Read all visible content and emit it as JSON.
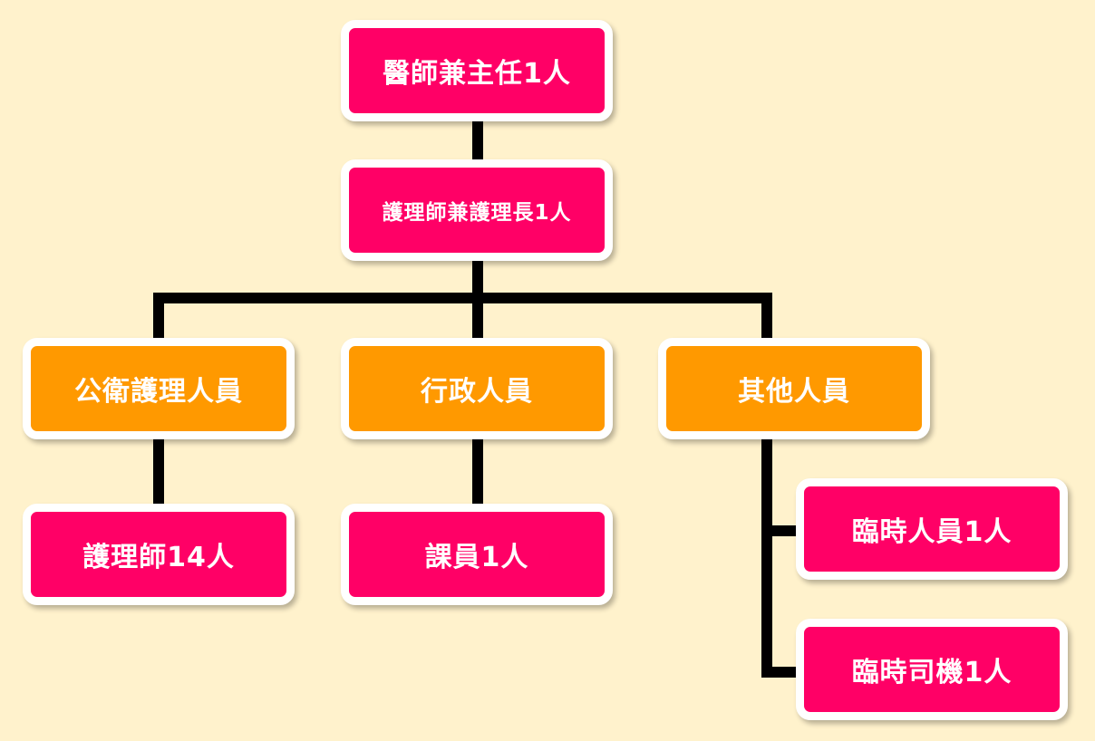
{
  "org_chart": {
    "director": {
      "label": "醫師兼主任1人"
    },
    "head_nurse": {
      "label": "護理師兼護理長1人"
    },
    "public_health": {
      "label": "公衛護理人員"
    },
    "administration": {
      "label": "行政人員"
    },
    "others": {
      "label": "其他人員"
    },
    "nurses": {
      "label": "護理師14人"
    },
    "clerk": {
      "label": "課員1人"
    },
    "temp_staff": {
      "label": "臨時人員1人"
    },
    "temp_driver": {
      "label": "臨時司機1人"
    }
  },
  "colors": {
    "background": "#fff2cc",
    "pink_node": "#ff0066",
    "orange_node": "#ff9900",
    "connector": "#000000",
    "node_border": "#ffffff"
  }
}
